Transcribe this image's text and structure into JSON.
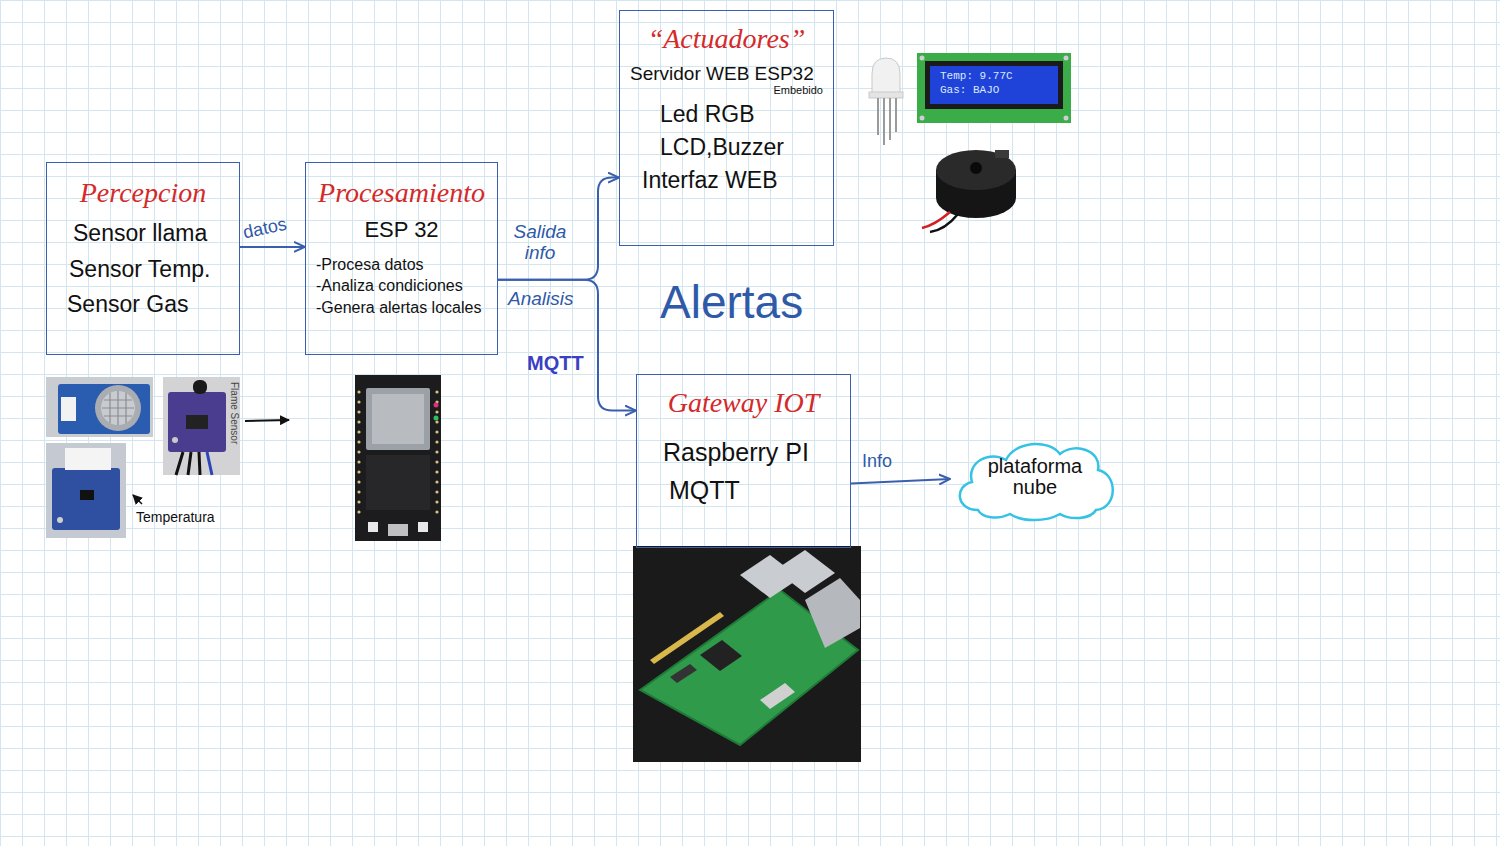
{
  "diagram": {
    "nodes": [
      {
        "text": [
          "Percepcion",
          "Sensor llama",
          "Sensor Temp.",
          "Sensor Gas"
        ]
      },
      {
        "text": [
          "Procesamiento",
          "ESP 32",
          "-Procesa datos",
          "-Analiza condiciones",
          "-Genera alertas locales"
        ]
      },
      {
        "text": [
          "“Actuadores”",
          "Servidor WEB ESP32",
          "Embebido",
          "Led RGB",
          "LCD,Buzzer",
          "Interfaz WEB"
        ]
      },
      {
        "text": [
          "Gateway IOT",
          "Raspberry PI",
          "MQTT"
        ]
      },
      {
        "text": [
          "plataforma nube"
        ]
      }
    ],
    "edges": [
      {
        "from": 0,
        "to": 1,
        "arrow": "to",
        "label": "datos"
      },
      {
        "from": 1,
        "to": 2,
        "arrow": "to",
        "label": "Salida info"
      },
      {
        "from": 1,
        "to": 3,
        "arrow": "to",
        "label": "Analisis"
      },
      {
        "from": 3,
        "to": 4,
        "arrow": "to",
        "label": "Info"
      }
    ],
    "labels": [
      "Flame Sensor",
      "Temperatura",
      "MQTT",
      "Alertas",
      "Temp: 9.77C",
      "Gas: BAJO"
    ]
  }
}
